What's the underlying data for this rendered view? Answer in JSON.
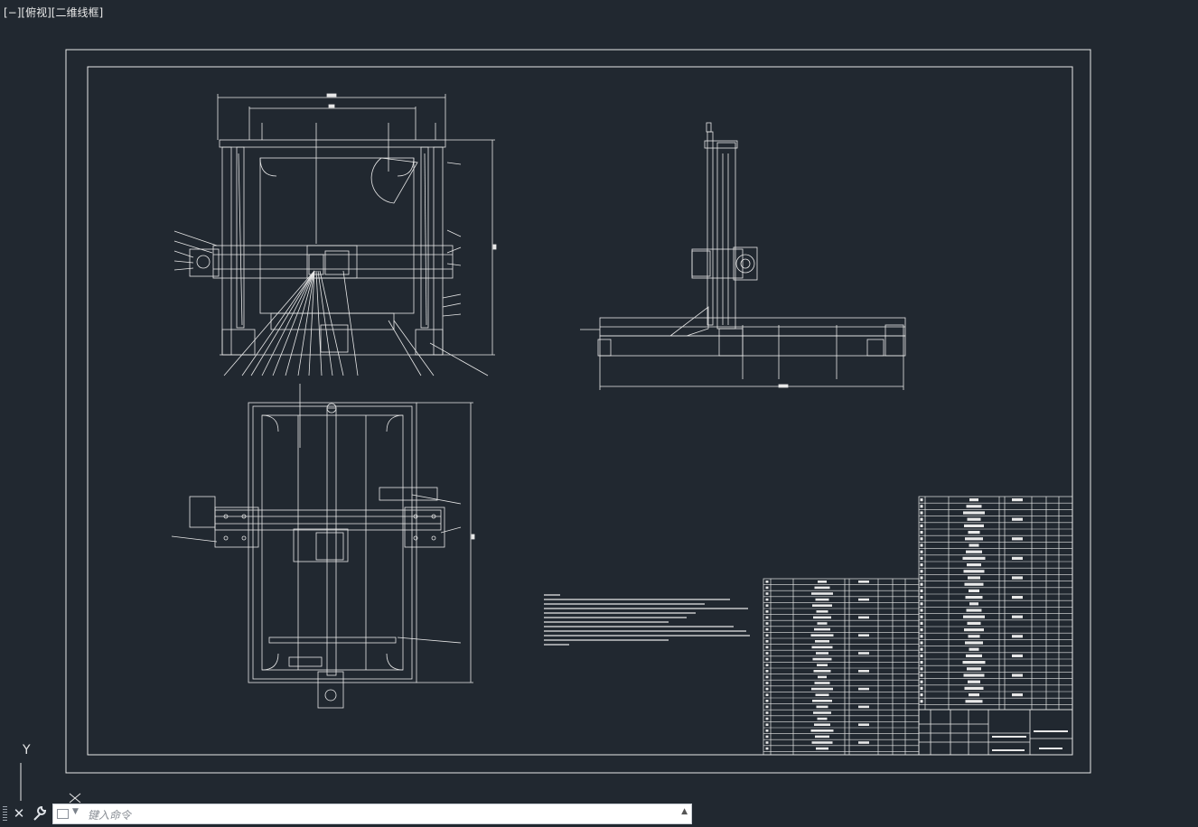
{
  "viewport": {
    "label": "[−][俯视][二维线框]"
  },
  "ucs": {
    "y_axis_label": "Y"
  },
  "command_line": {
    "placeholder": "键入命令",
    "close_icon": "close-icon",
    "customize_icon": "wrench-icon",
    "history_icon": "triangle-up-icon"
  },
  "colors": {
    "background": "#212830",
    "linework": "#e8e8e8",
    "command_input_bg": "#ffffff"
  }
}
